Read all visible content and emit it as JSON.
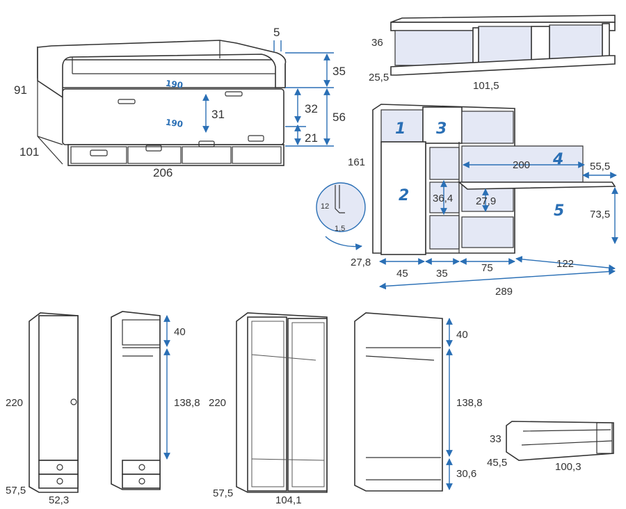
{
  "bed": {
    "dims": {
      "height_total": "91",
      "depth": "101",
      "width": "206",
      "side_thickness": "5",
      "backrest": "35",
      "drawer_bed_height": "32",
      "drawer_height": "21",
      "side_height": "56",
      "inner_gap": "31"
    },
    "mattress_labels": [
      "190",
      "190"
    ]
  },
  "shelf": {
    "dims": {
      "height": "36",
      "depth": "25,5",
      "width": "101,5"
    }
  },
  "desk_unit": {
    "dims": {
      "height": "161",
      "depth": "27,8",
      "desk_span": "200",
      "desk_depth": "55,5",
      "desk_height": "73,5",
      "shelf_gap_a": "36,4",
      "shelf_gap_b": "27,9",
      "w1": "45",
      "w2": "35",
      "w3": "75",
      "w4": "122",
      "total": "289"
    },
    "module_numbers": [
      "1",
      "2",
      "3",
      "4",
      "5"
    ],
    "detail": {
      "a": "12",
      "b": "1,5"
    }
  },
  "wardrobe_single": {
    "dims": {
      "height": "220",
      "depth": "57,5",
      "width": "52,3"
    }
  },
  "wardrobe_single_open": {
    "dims": {
      "top": "40",
      "hanging": "138,8"
    }
  },
  "wardrobe_double": {
    "dims": {
      "height": "220",
      "depth": "57,5",
      "width": "104,1"
    }
  },
  "wardrobe_double_open": {
    "dims": {
      "top": "40",
      "hanging": "138,8",
      "bottom": "30,6"
    }
  },
  "trundle": {
    "dims": {
      "height": "33",
      "depth": "45,5",
      "width": "100,3"
    }
  },
  "colors": {
    "dimension_blue": "#2a6fb5",
    "panel_tint": "#e4e8f5",
    "line": "#333333"
  }
}
